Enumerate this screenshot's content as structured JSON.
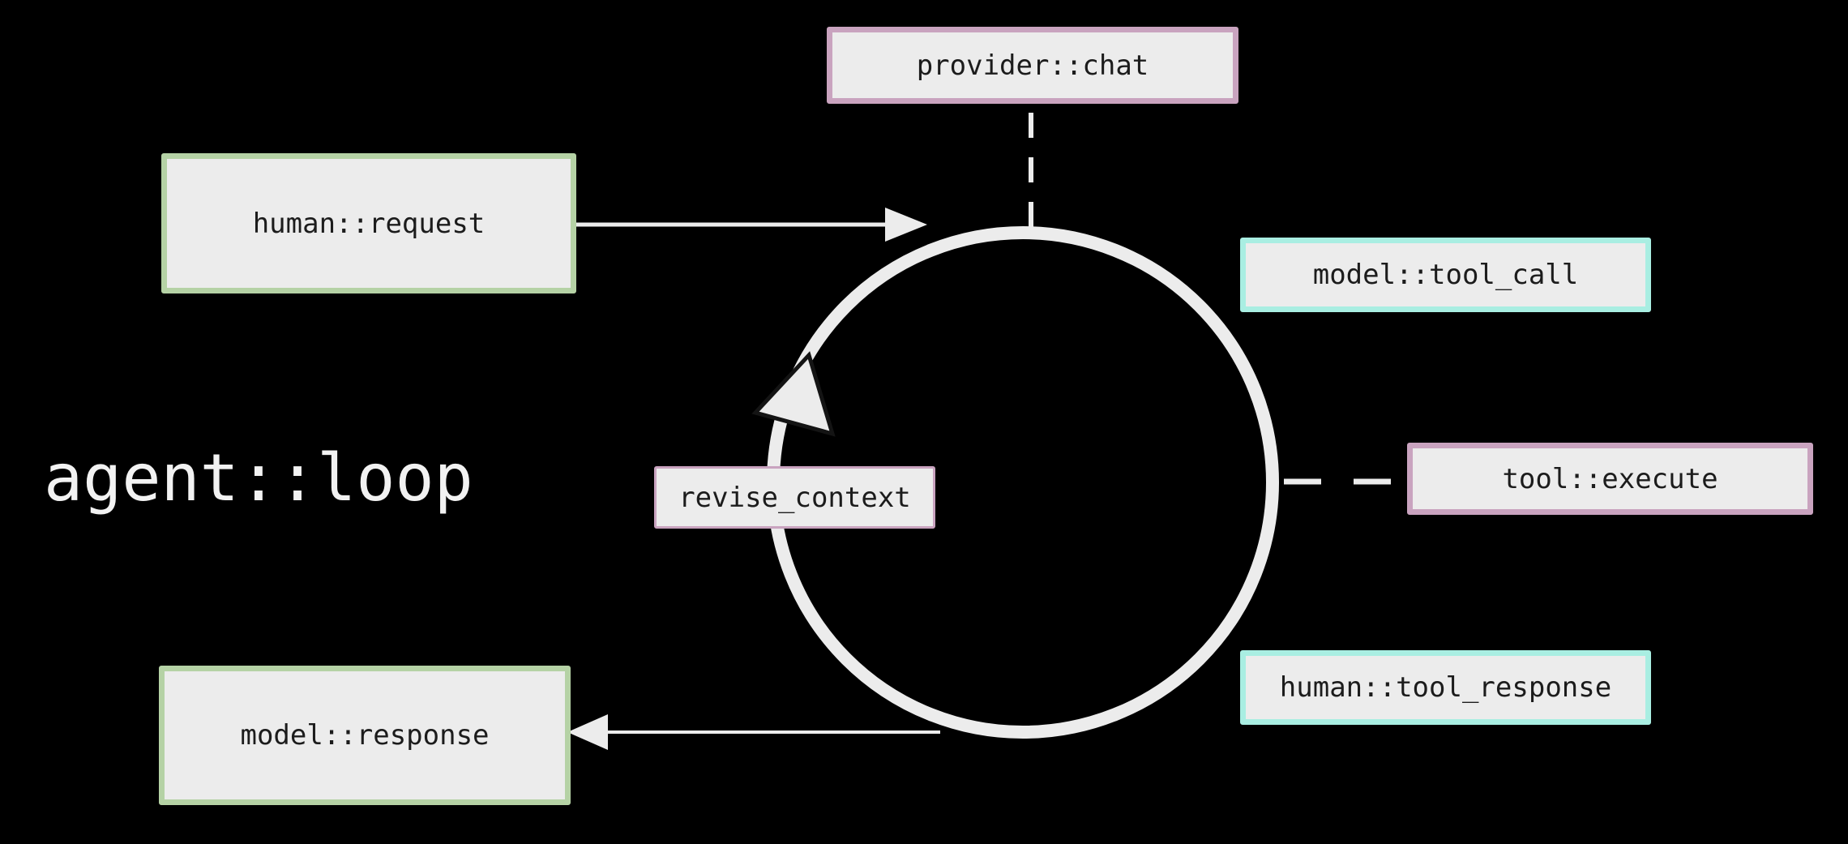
{
  "diagram": {
    "title": "agent::loop",
    "nodes": {
      "provider_chat": {
        "label": "provider::chat",
        "accent": "pink"
      },
      "human_request": {
        "label": "human::request",
        "accent": "green"
      },
      "model_tool_call": {
        "label": "model::tool_call",
        "accent": "cyan"
      },
      "tool_execute": {
        "label": "tool::execute",
        "accent": "pink"
      },
      "human_tool_response": {
        "label": "human::tool_response",
        "accent": "cyan"
      },
      "model_response": {
        "label": "model::response",
        "accent": "green"
      },
      "revise_context": {
        "label": "revise_context",
        "accent": "pink"
      }
    },
    "edges": [
      {
        "from": "human::request",
        "to": "agent::loop",
        "style": "solid-arrow"
      },
      {
        "from": "provider::chat",
        "to": "agent::loop",
        "style": "dashed-line"
      },
      {
        "from": "agent::loop",
        "to": "tool::execute",
        "style": "dashed-line"
      },
      {
        "from": "agent::loop",
        "to": "model::response",
        "style": "solid-arrow"
      }
    ],
    "loop_direction": "clockwise",
    "colors": {
      "background": "#000000",
      "node_fill": "#ececec",
      "accent_pink": "#c9a3bf",
      "accent_green": "#b5d2a5",
      "accent_cyan": "#a9eee2",
      "line": "#ececec",
      "text_dark": "#1c1c1c",
      "text_light": "#f2f2f2",
      "arrowhead_outline": "#141414"
    }
  }
}
